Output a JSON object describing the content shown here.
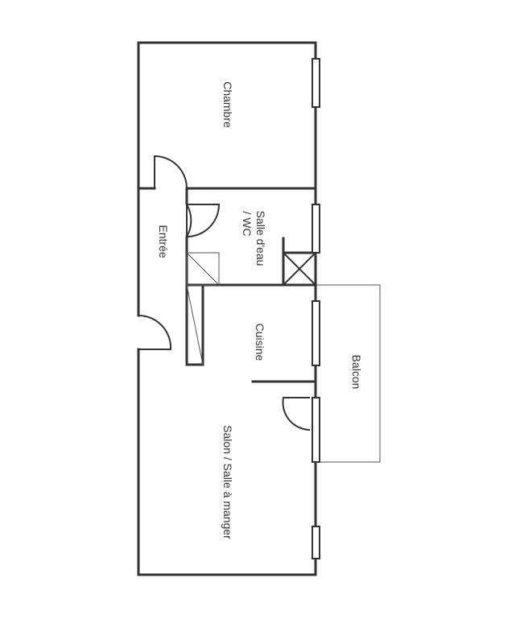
{
  "rooms": {
    "chambre": "Chambre",
    "sdb_line1": "Salle d'eau",
    "sdb_line2": "/ WC",
    "entree": "Entrée",
    "cuisine": "Cuisine",
    "balcon": "Balcon",
    "salon": "Salon / Salle à manger"
  },
  "colors": {
    "wall": "#333333",
    "background": "#ffffff"
  }
}
